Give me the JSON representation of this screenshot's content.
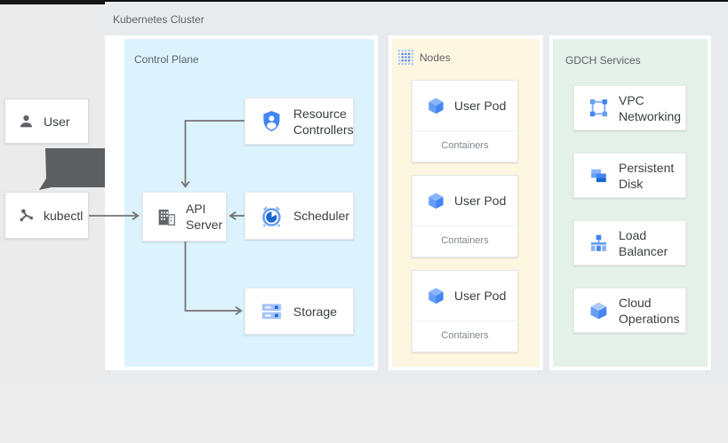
{
  "colors": {
    "accent_blue": "#4285f4",
    "light_blue": "#8ab4f8",
    "pale_blue": "#aecbfa",
    "dark_blue": "#1967d2",
    "control_plane_fill": "#dcf3fd",
    "nodes_fill": "#fdf6e0",
    "gdch_fill": "#e4f1e9",
    "figure_bg": "#e8ebee",
    "page_bg": "#ededed",
    "arrow_gray": "#757575",
    "dark_gray": "#5f6368",
    "card_text": "#3c4043"
  },
  "external": {
    "user": {
      "label": "User",
      "icon": "person-icon"
    },
    "kubectl": {
      "label": "kubectl",
      "icon": "kubectl-nodes-icon"
    }
  },
  "cluster": {
    "label": "Kubernetes Cluster",
    "control_plane": {
      "label": "Control Plane",
      "cards": [
        {
          "icon": "shield-person-icon",
          "lines": [
            "Resource",
            "Controllers"
          ]
        },
        {
          "icon": "building-icon",
          "lines": [
            "API",
            "Server"
          ]
        },
        {
          "icon": "scheduler-clock-icon",
          "lines": [
            "Scheduler"
          ]
        },
        {
          "icon": "storage-disks-icon",
          "lines": [
            "Storage"
          ]
        }
      ]
    },
    "nodes": {
      "label": "Nodes",
      "icon": "dot-grid-icon",
      "pods": [
        {
          "icon": "pod-cube-icon",
          "title": "User Pod",
          "sub": "Containers"
        },
        {
          "icon": "pod-cube-icon",
          "title": "User Pod",
          "sub": "Containers"
        },
        {
          "icon": "pod-cube-icon",
          "title": "User Pod",
          "sub": "Containers"
        }
      ]
    }
  },
  "gdch": {
    "label": "GDCH Services",
    "cards": [
      {
        "icon": "vpc-networking-icon",
        "lines": [
          "VPC",
          "Networking"
        ]
      },
      {
        "icon": "persistent-disk-icon",
        "lines": [
          "Persistent",
          "Disk"
        ]
      },
      {
        "icon": "load-balancer-icon",
        "lines": [
          "Load",
          "Balancer"
        ]
      },
      {
        "icon": "cloud-operations-icon",
        "lines": [
          "Cloud",
          "Operations"
        ]
      }
    ]
  }
}
